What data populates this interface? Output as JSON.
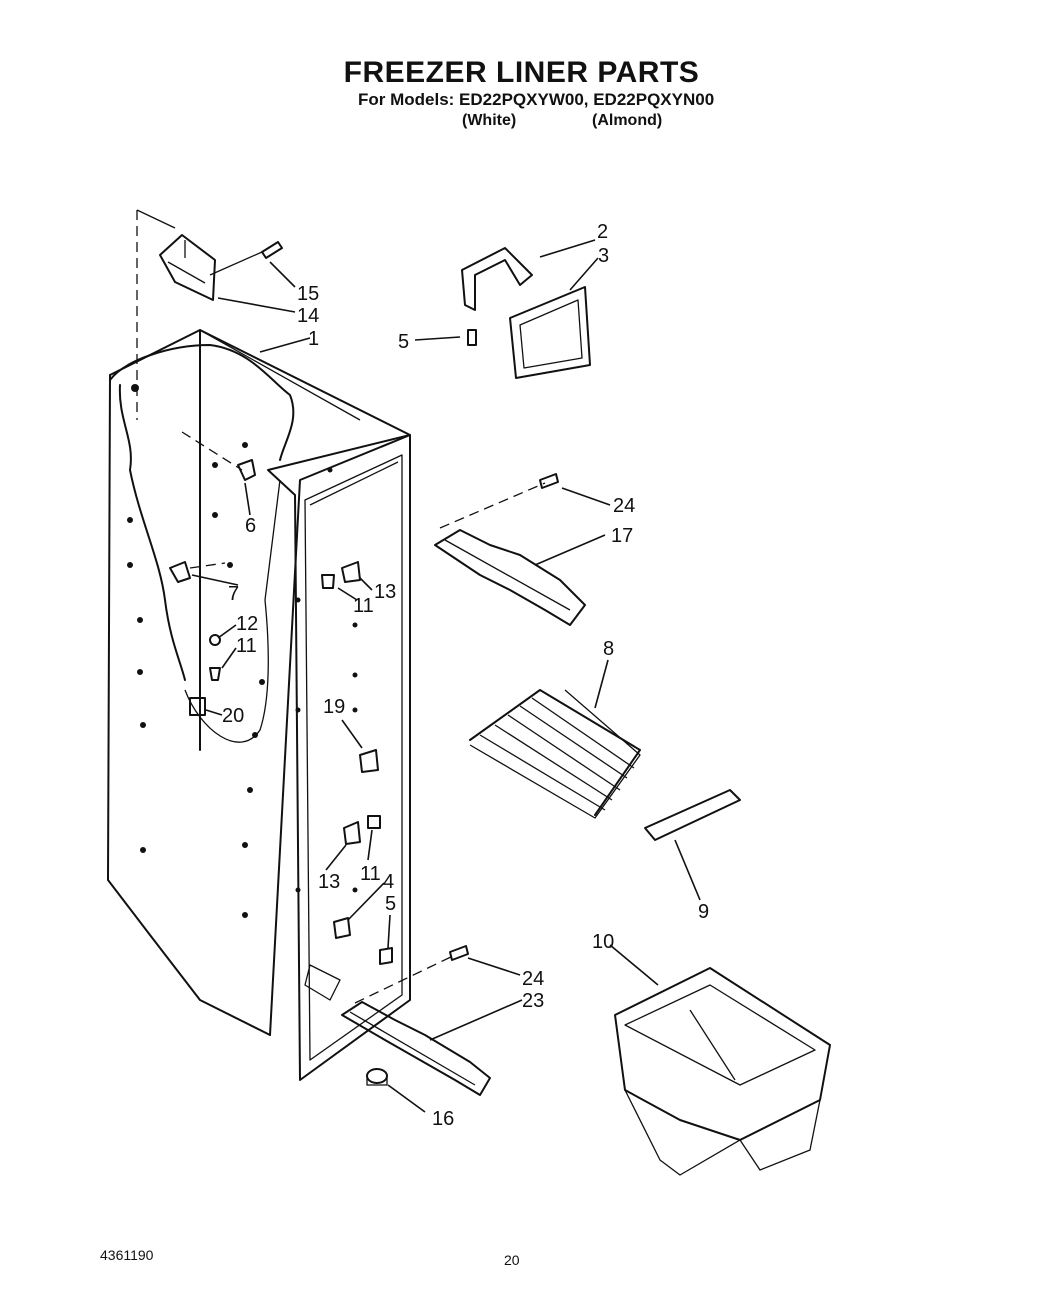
{
  "header": {
    "title": "FREEZER LINER PARTS",
    "models_line": "For Models: ED22PQXYW00, ED22PQXYN00",
    "variant_white": "(White)",
    "variant_almond": "(Almond)"
  },
  "callouts": [
    "1",
    "2",
    "3",
    "5",
    "15",
    "14",
    "6",
    "7",
    "12",
    "11",
    "20",
    "24",
    "17",
    "13",
    "11",
    "8",
    "19",
    "13",
    "11",
    "4",
    "5",
    "9",
    "10",
    "24",
    "23",
    "16"
  ],
  "footer": {
    "doc_number": "4361190",
    "page_number": "20"
  }
}
